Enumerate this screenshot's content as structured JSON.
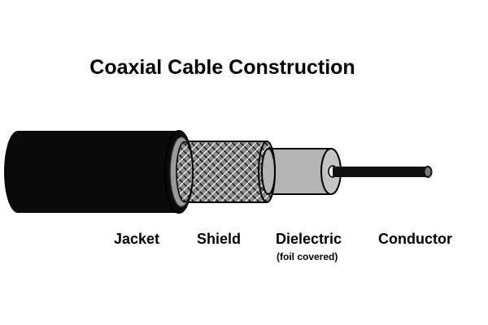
{
  "title": "Coaxial Cable Construction",
  "components": {
    "jacket": {
      "label": "Jacket",
      "color": "#0a0a0a"
    },
    "shield": {
      "label": "Shield",
      "color": "#9a9a9a"
    },
    "dielectric": {
      "label": "Dielectric",
      "note": "(foil covered)",
      "color": "#b4b4b4"
    },
    "conductor": {
      "label": "Conductor",
      "color": "#111111"
    }
  }
}
